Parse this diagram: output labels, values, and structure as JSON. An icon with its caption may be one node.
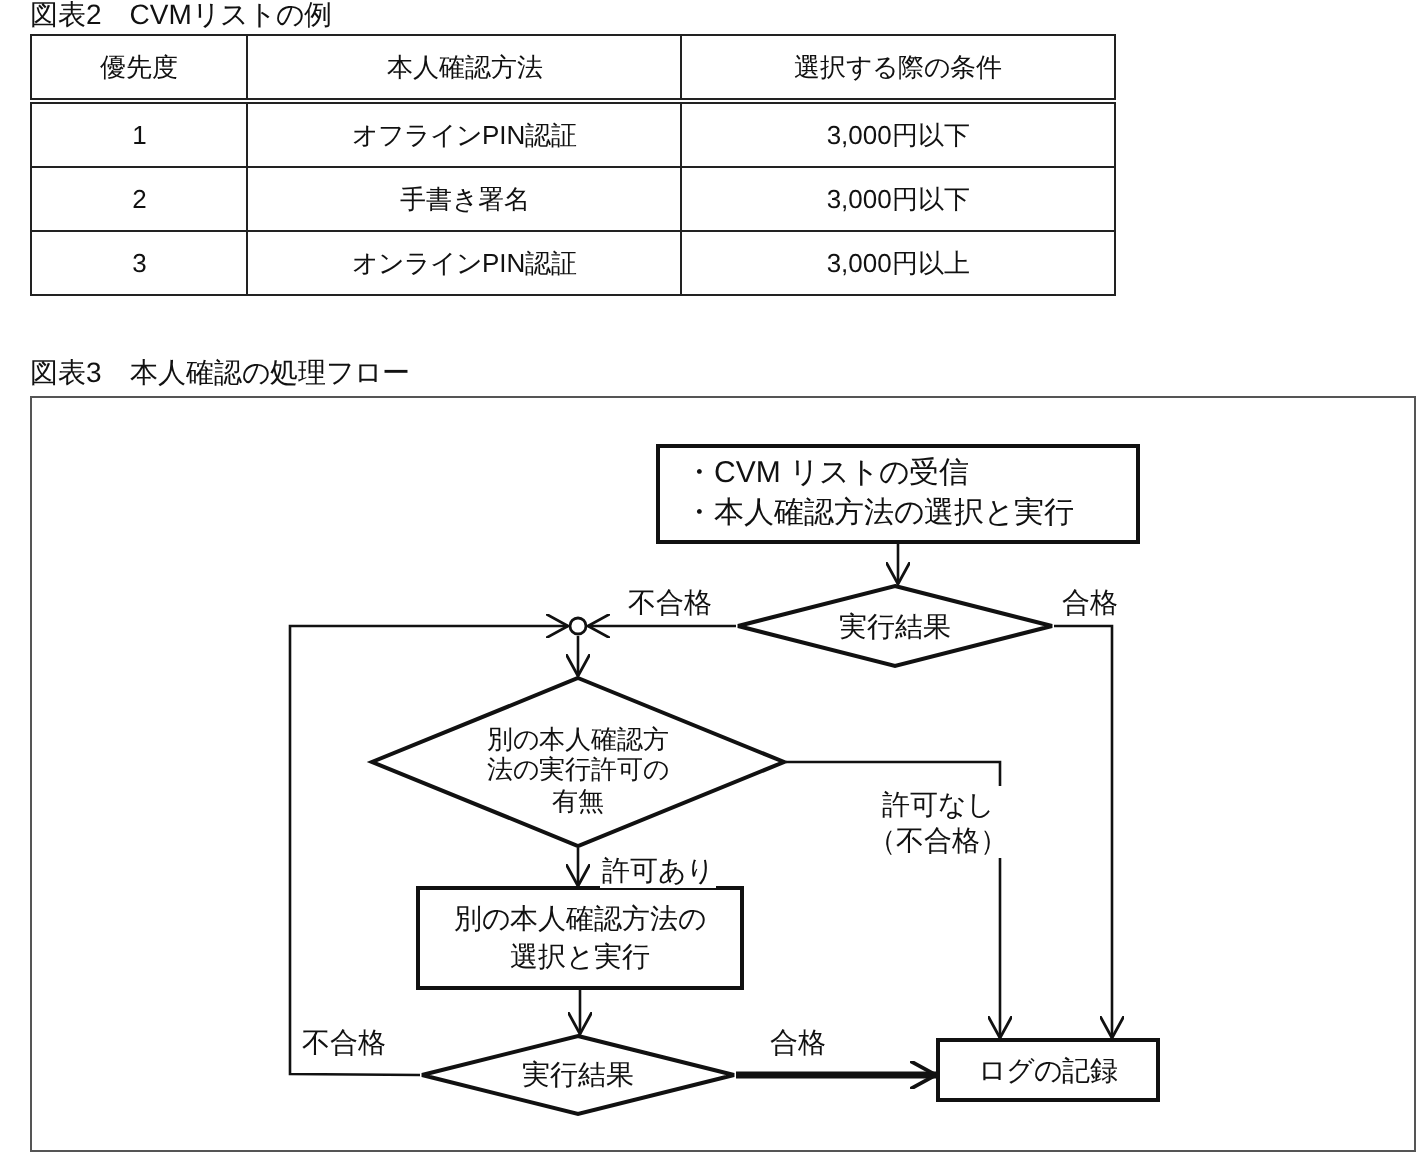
{
  "diagram": {
    "nodes": [
      {
        "text": [
          "・CVM リストの受信",
          "・本人確認方法の選択と実行"
        ]
      },
      {
        "text": [
          "実行結果"
        ]
      },
      {
        "text": [],
        "shape": "circle"
      },
      {
        "text": [
          "別の本人確認方法の実行許可の有無"
        ]
      },
      {
        "text": [
          "別の本人確認方法の選択と実行"
        ]
      },
      {
        "text": [
          "実行結果"
        ]
      },
      {
        "text": [
          "ログの記録"
        ]
      }
    ],
    "edges": [
      {
        "from": 0,
        "to": 1,
        "arrow": "to"
      },
      {
        "from": 1,
        "to": 2,
        "arrow": "to",
        "label": "不合格"
      },
      {
        "from": 1,
        "to": 6,
        "arrow": "to",
        "label": "合格"
      },
      {
        "from": 2,
        "to": 3,
        "arrow": "to"
      },
      {
        "from": 3,
        "to": 6,
        "arrow": "to",
        "label": "許可なし（不合格）"
      },
      {
        "from": 3,
        "to": 4,
        "arrow": "to",
        "label": "許可あり"
      },
      {
        "from": 4,
        "to": 5,
        "arrow": "to"
      },
      {
        "from": 5,
        "to": 6,
        "arrow": "to",
        "label": "合格",
        "style": "thick"
      },
      {
        "from": 5,
        "to": 2,
        "arrow": "to",
        "label": "不合格"
      }
    ],
    "labels": [
      "図表2　CVMリストの例",
      "優先度",
      "本人確認方法",
      "選択する際の条件",
      "1",
      "オフラインPIN認証",
      "3,000円以下",
      "2",
      "手書き署名",
      "3,000円以下",
      "3",
      "オンラインPIN認証",
      "3,000円以上",
      "図表3　本人確認の処理フロー"
    ]
  }
}
